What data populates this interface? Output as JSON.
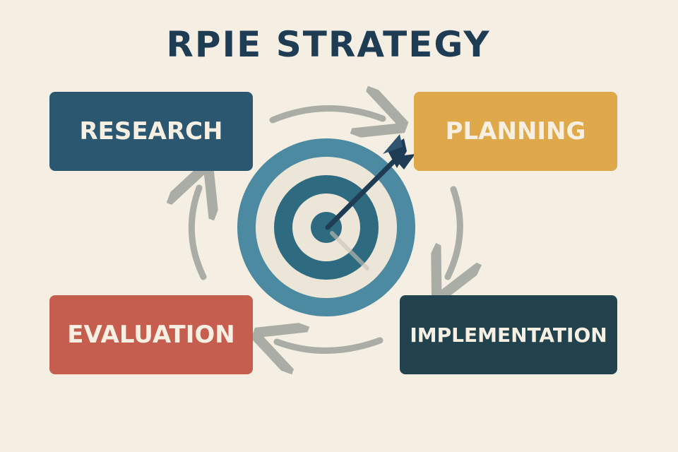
{
  "title": "RPIE STRATEGY",
  "steps": {
    "research": "RESEARCH",
    "planning": "PLANNING",
    "implementation": "IMPLEMENTATION",
    "evaluation": "EVALUATION"
  },
  "colors": {
    "background": "#f4eee3",
    "title": "#1e3d54",
    "research": "#2b5771",
    "planning": "#dfa84a",
    "implementation": "#22434d",
    "evaluation": "#c65e4f",
    "arrows": "#a9ada6",
    "target_outer": "#4b8aa0",
    "target_light": "#ece6d8",
    "target_mid": "#2e6a80",
    "arrow_dart": "#1e3d54"
  },
  "icons": {
    "center": "target-with-dart-icon",
    "cycle": "circular-arrows-icon"
  }
}
